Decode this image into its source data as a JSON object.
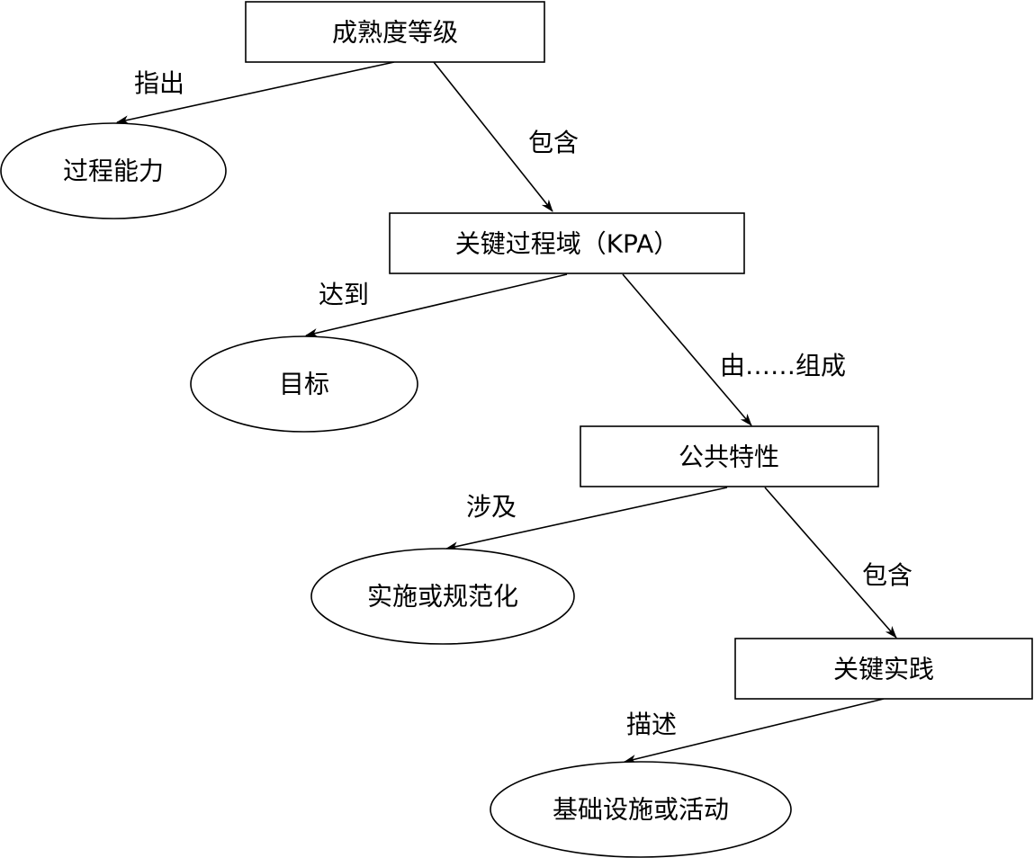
{
  "diagram": {
    "nodes": {
      "maturity_level": "成熟度等级",
      "process_capability": "过程能力",
      "kpa": "关键过程域（KPA）",
      "goals": "目标",
      "common_features": "公共特性",
      "implementation_or_institutionalization": "实施或规范化",
      "key_practices": "关键实践",
      "infrastructure_or_activities": "基础设施或活动"
    },
    "edges": {
      "indicates": "指出",
      "contains_1": "包含",
      "achieves": "达到",
      "composed_of": "由……组成",
      "involves": "涉及",
      "contains_2": "包含",
      "describes": "描述"
    }
  }
}
